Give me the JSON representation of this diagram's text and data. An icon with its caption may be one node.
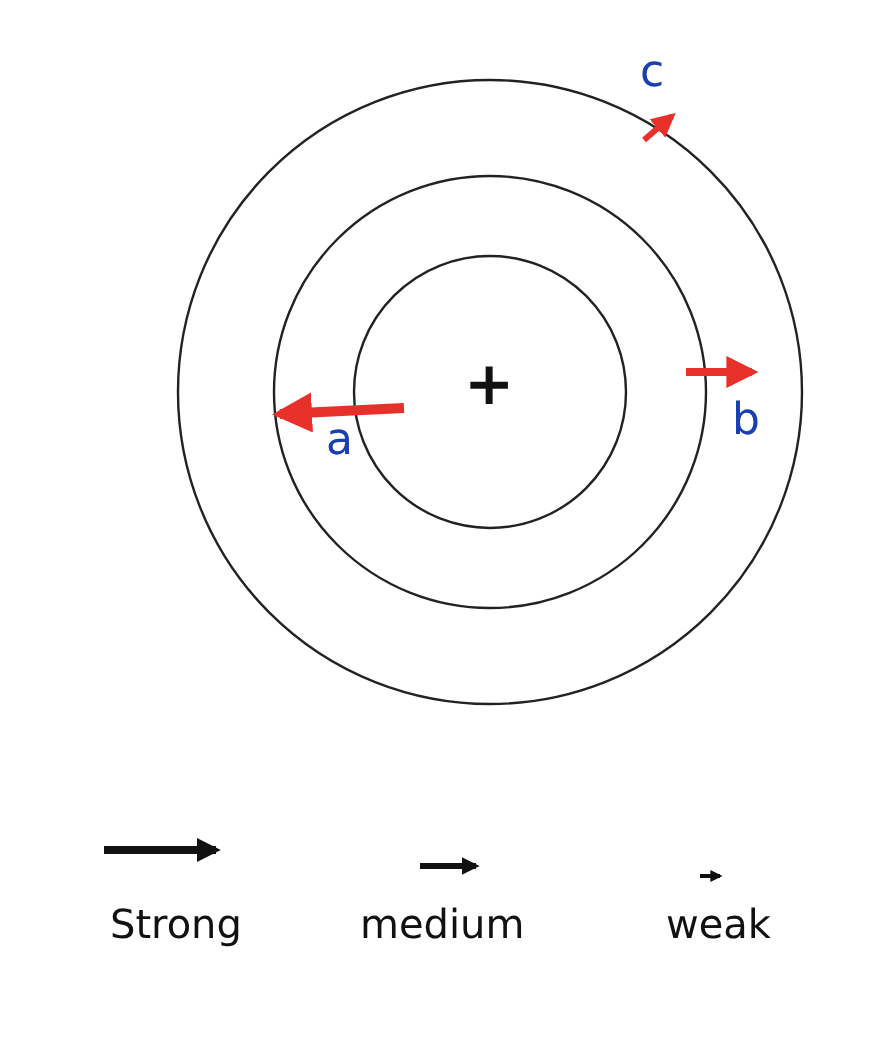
{
  "diagram": {
    "labels": [
      "c",
      "+",
      "a",
      "b"
    ],
    "legend": [
      {
        "text": "Strong"
      },
      {
        "text": "medium"
      },
      {
        "text": "weak"
      }
    ]
  }
}
